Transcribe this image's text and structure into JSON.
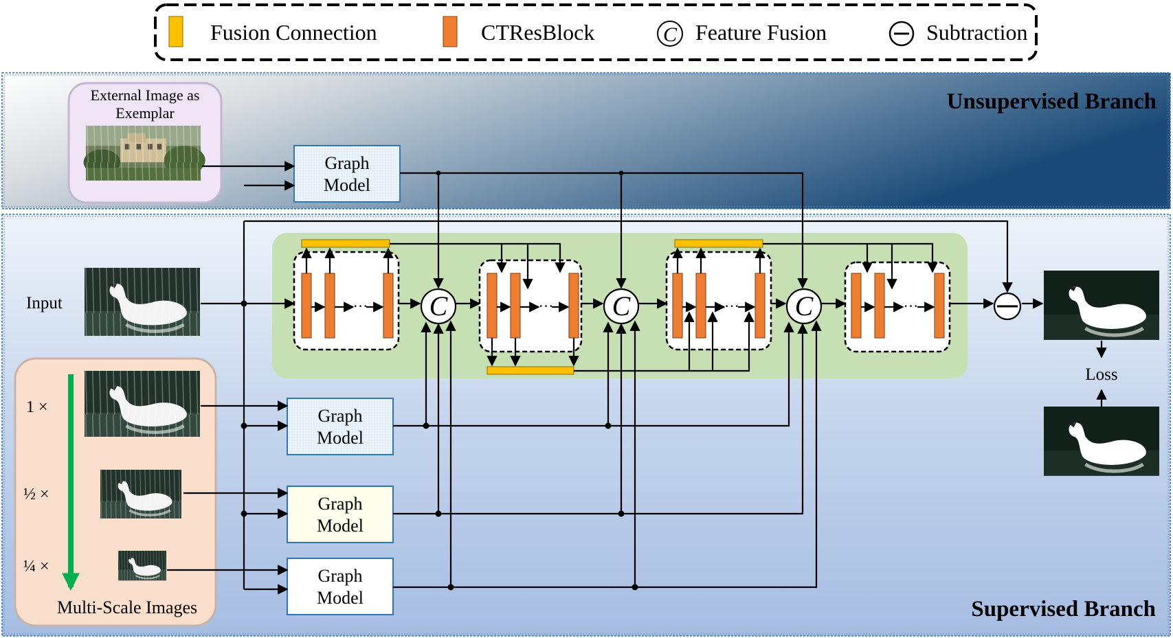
{
  "legend": {
    "fusion_connection": "Fusion Connection",
    "ctresblock": "CTResBlock",
    "feature_fusion": "Feature Fusion",
    "subtraction": "Subtraction"
  },
  "branches": {
    "unsupervised": "Unsupervised Branch",
    "supervised": "Supervised Branch"
  },
  "exemplar": {
    "line1": "External Image as",
    "line2": "Exemplar"
  },
  "graph_model": {
    "line1": "Graph",
    "line2": "Model"
  },
  "labels": {
    "input": "Input",
    "loss": "Loss",
    "multiscale": "Multi-Scale Images",
    "ellipsis": "···",
    "fusion_symbol": "C"
  },
  "scales": [
    "1 ×",
    "½ ×",
    "¼ ×"
  ],
  "colors": {
    "fusion_connection": "#FFC000",
    "ctresblock": "#ED7D31",
    "green_panel": "#C6E0B4",
    "graph_box_border": "#2E75B6",
    "graph_box_fill_blue": "#EAF3FA",
    "graph_box_fill_yellow": "#FFFDEB",
    "multiscale_panel": "#FADFCD",
    "exemplar_panel": "#F0E4F7",
    "arrow_green": "#00B050",
    "unsup_dark": "#1F4E79"
  }
}
